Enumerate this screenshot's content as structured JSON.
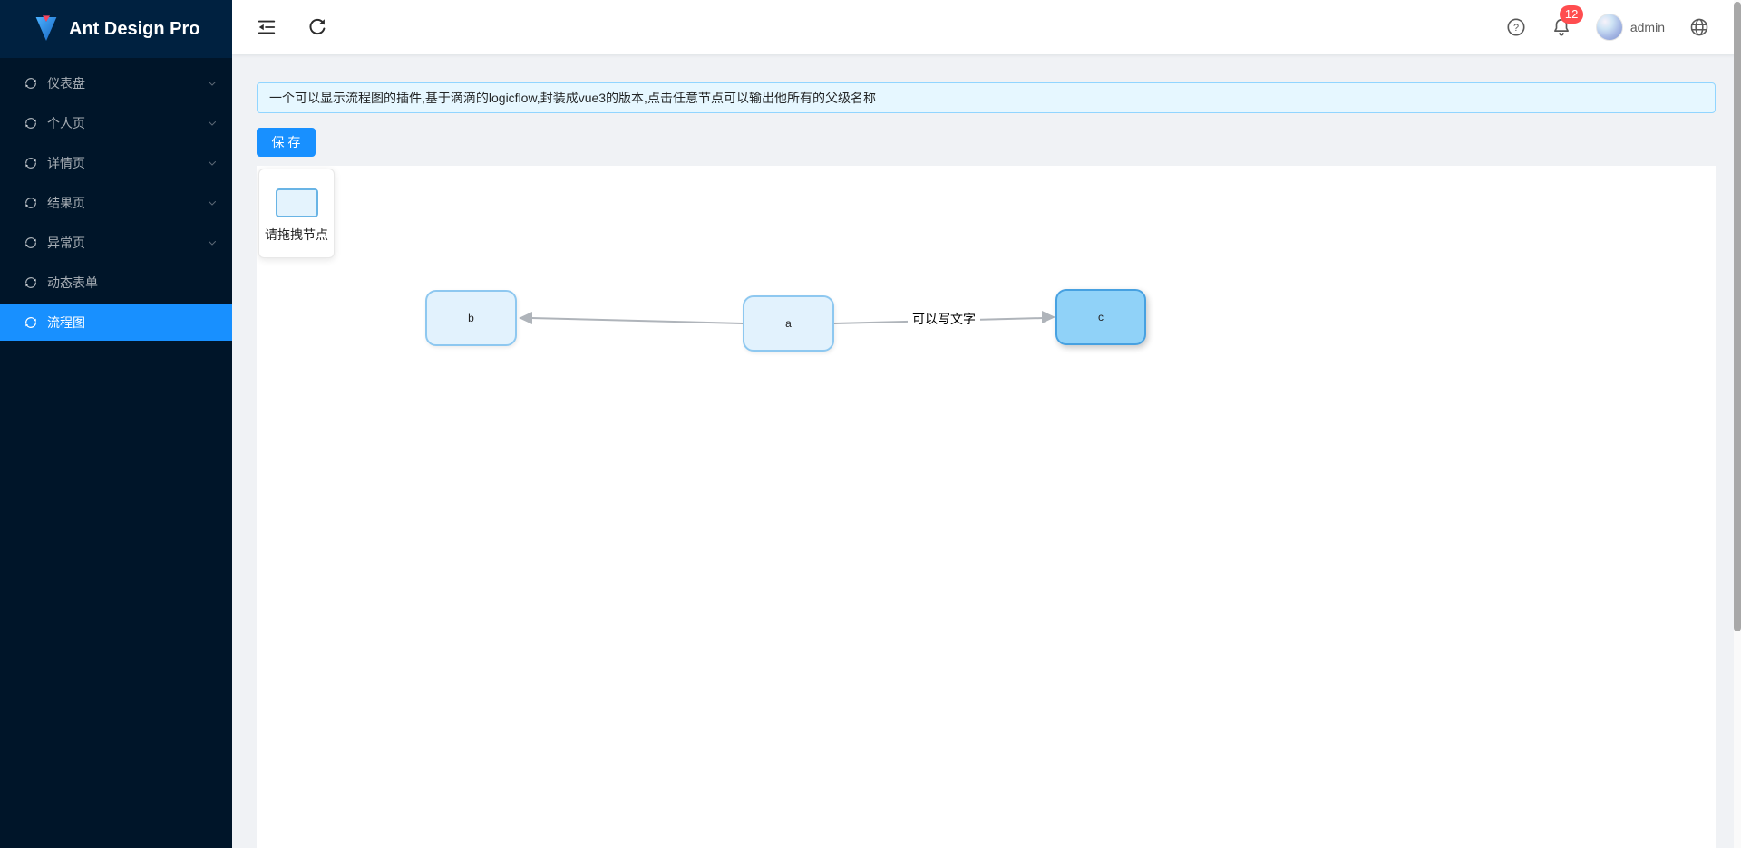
{
  "sidebar": {
    "logo_text": "Ant Design Pro",
    "items": [
      {
        "label": "仪表盘",
        "has_arrow": true,
        "active": false
      },
      {
        "label": "个人页",
        "has_arrow": true,
        "active": false
      },
      {
        "label": "详情页",
        "has_arrow": true,
        "active": false
      },
      {
        "label": "结果页",
        "has_arrow": true,
        "active": false
      },
      {
        "label": "异常页",
        "has_arrow": true,
        "active": false
      },
      {
        "label": "动态表单",
        "has_arrow": false,
        "active": false
      },
      {
        "label": "流程图",
        "has_arrow": false,
        "active": true
      }
    ]
  },
  "header": {
    "badge_count": "12",
    "username": "admin"
  },
  "main": {
    "alert_text": "一个可以显示流程图的插件,基于滴滴的logicflow,封装成vue3的版本,点击任意节点可以输出他所有的父级名称",
    "save_label": "保 存",
    "palette": {
      "label": "请拖拽节点"
    },
    "flow": {
      "nodes": [
        {
          "id": "b",
          "label": "b",
          "selected": false
        },
        {
          "id": "a",
          "label": "a",
          "selected": false
        },
        {
          "id": "c",
          "label": "c",
          "selected": true
        }
      ],
      "edges": [
        {
          "from": "a",
          "to": "b",
          "label": ""
        },
        {
          "from": "a",
          "to": "c",
          "label": "可以写文字"
        }
      ]
    }
  },
  "colors": {
    "accent": "#1890ff",
    "sidebar_bg": "#001529",
    "logo_band_bg": "#002140",
    "content_bg": "#f0f2f5",
    "alert_bg": "#e6f7ff",
    "alert_border": "#91d5ff",
    "node_fill": "#e2f2fd",
    "node_border": "#8ec8f0",
    "node_selected_fill": "#90d2f8",
    "node_selected_border": "#47a1e1",
    "edge_color": "#afb4ba",
    "badge_bg": "#ff4d4f"
  }
}
